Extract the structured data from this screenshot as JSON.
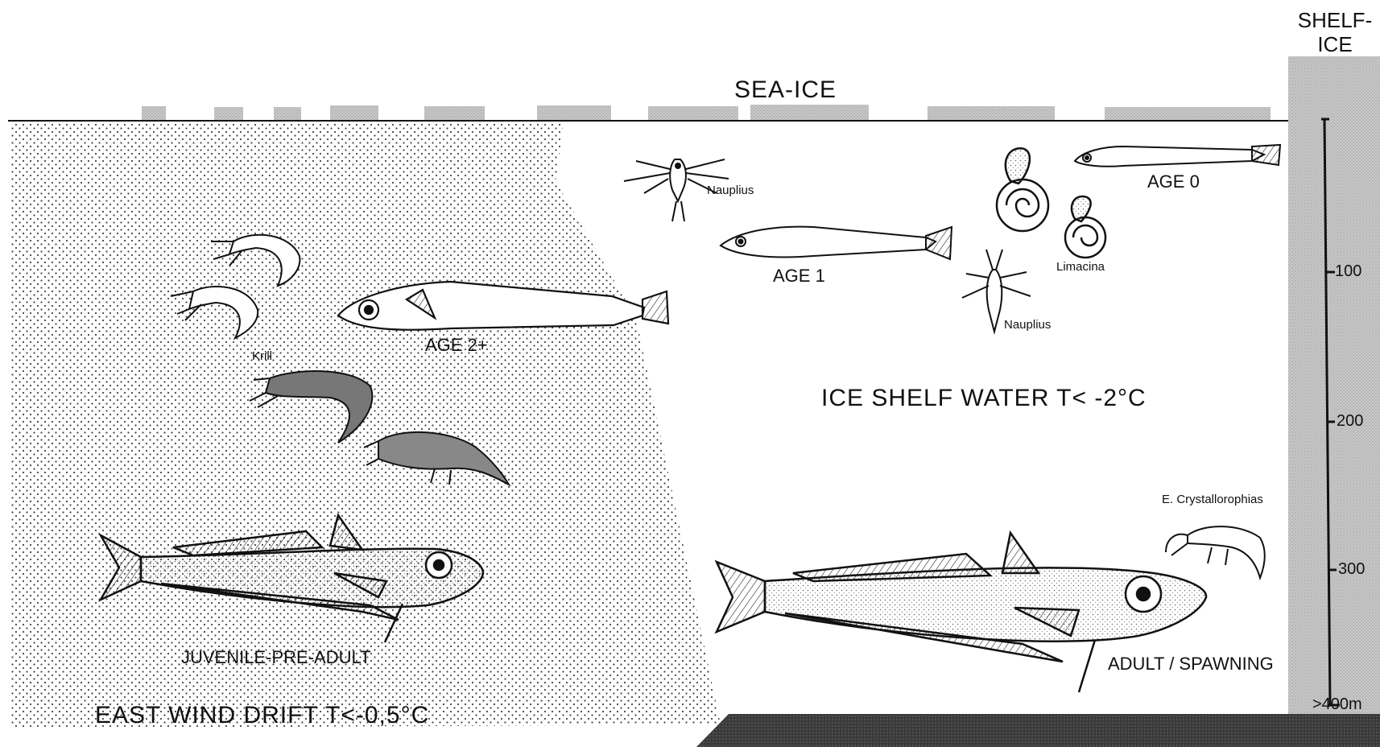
{
  "surface": {
    "sea_ice": "SEA-ICE",
    "shelf_ice": [
      "SHELF-",
      "ICE"
    ]
  },
  "water_masses": {
    "east_wind_drift": "EAST  WIND  DRIFT  T<-0,5°C",
    "ice_shelf_water": "ICE  SHELF  WATER  T< -2°C"
  },
  "organisms": {
    "nauplius_top": "Nauplius",
    "nauplius_mid": "Nauplius",
    "limacina": "Limacina",
    "krill": "Krill",
    "crystallorophias": "E. Crystallorophias"
  },
  "fish_stages": {
    "age0": "AGE  0",
    "age1": "AGE  1",
    "age2": "AGE  2+",
    "juvenile": "JUVENILE-PRE-ADULT",
    "adult": "ADULT / SPAWNING"
  },
  "depth_scale": {
    "ticks": [
      "100",
      "200",
      "300",
      ">400m"
    ],
    "values": [
      100,
      200,
      300,
      400
    ]
  },
  "colors": {
    "ink": "#111111",
    "stipple": "#555555",
    "ice_gray": "#bdbdbd",
    "seafloor": "#333333"
  }
}
